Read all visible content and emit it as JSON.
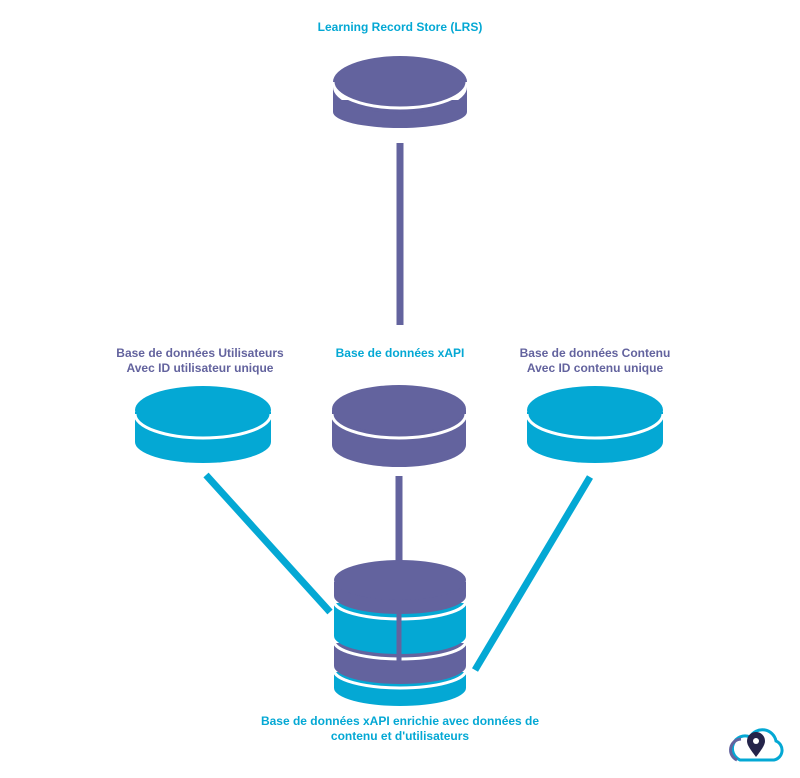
{
  "colors": {
    "primary": "#63639e",
    "accent": "#04a8d4",
    "background": "#ffffff"
  },
  "nodes": {
    "lrs": {
      "label": "Learning Record Store (LRS)"
    },
    "users_db": {
      "line1": "Base de données Utilisateurs",
      "line2": "Avec ID utilisateur unique"
    },
    "xapi_db": {
      "label": "Base de données xAPI"
    },
    "content_db": {
      "line1": "Base de données Contenu",
      "line2": "Avec ID contenu unique"
    },
    "enriched_db": {
      "line1": "Base de données xAPI enrichie avec données de",
      "line2": "contenu et d'utilisateurs"
    }
  },
  "logo": {
    "icon": "cloud-location-pin-icon"
  }
}
